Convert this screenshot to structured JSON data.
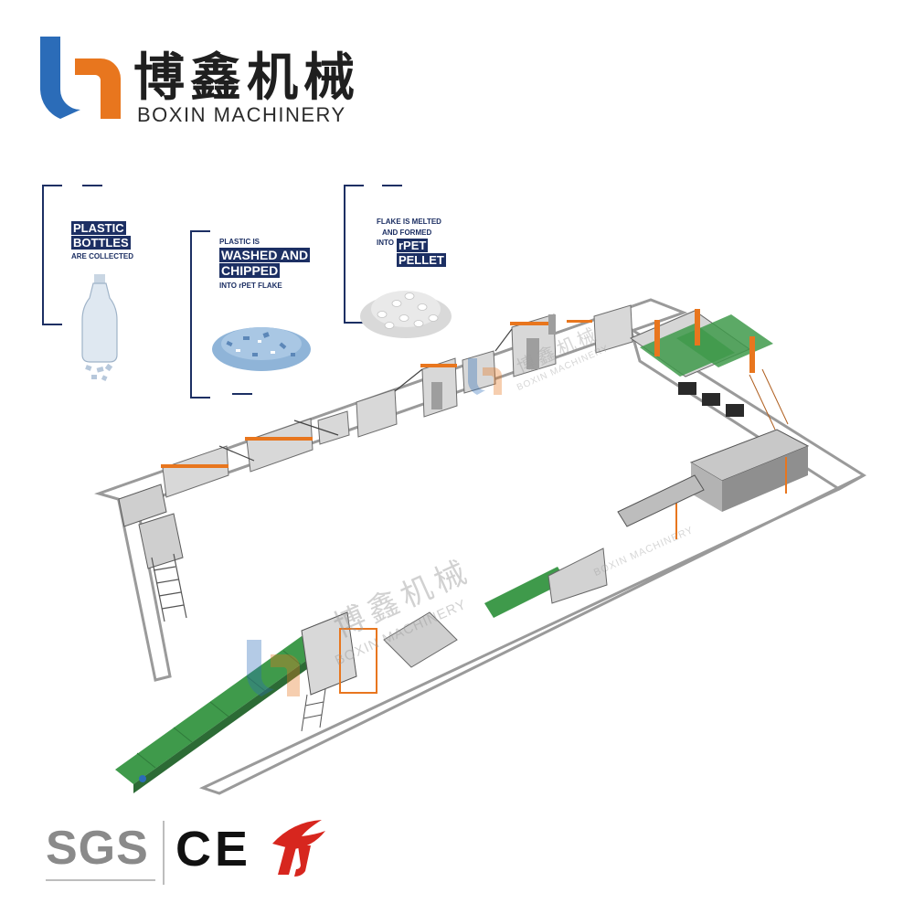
{
  "brand": {
    "name_cn": "博鑫机械",
    "name_en": "BOXIN MACHINERY",
    "colors": {
      "orange": "#e8761e",
      "blue": "#2b6cb8",
      "navy": "#1c2f63",
      "green": "#3f9a4b"
    }
  },
  "callouts": [
    {
      "top": "PLASTIC",
      "highlight": "BOTTLES",
      "bottom": "ARE COLLECTED",
      "icon": "plastic-bottle-icon"
    },
    {
      "top": "PLASTIC IS",
      "highlight1": "WASHED AND",
      "highlight2": "CHIPPED",
      "bottom": "INTO rPET FLAKE",
      "icon": "flake-pile-icon"
    },
    {
      "top": "FLAKE IS MELTED",
      "middle": "AND FORMED",
      "into": "INTO",
      "highlight1": "rPET",
      "highlight2": "PELLET",
      "icon": "pellet-pile-icon"
    }
  ],
  "watermark": {
    "cn": "博鑫机械",
    "en": "BOXIN MACHINERY"
  },
  "certifications": {
    "sgs": "SGS",
    "ce": "CE",
    "third": "certification-logo-icon"
  }
}
